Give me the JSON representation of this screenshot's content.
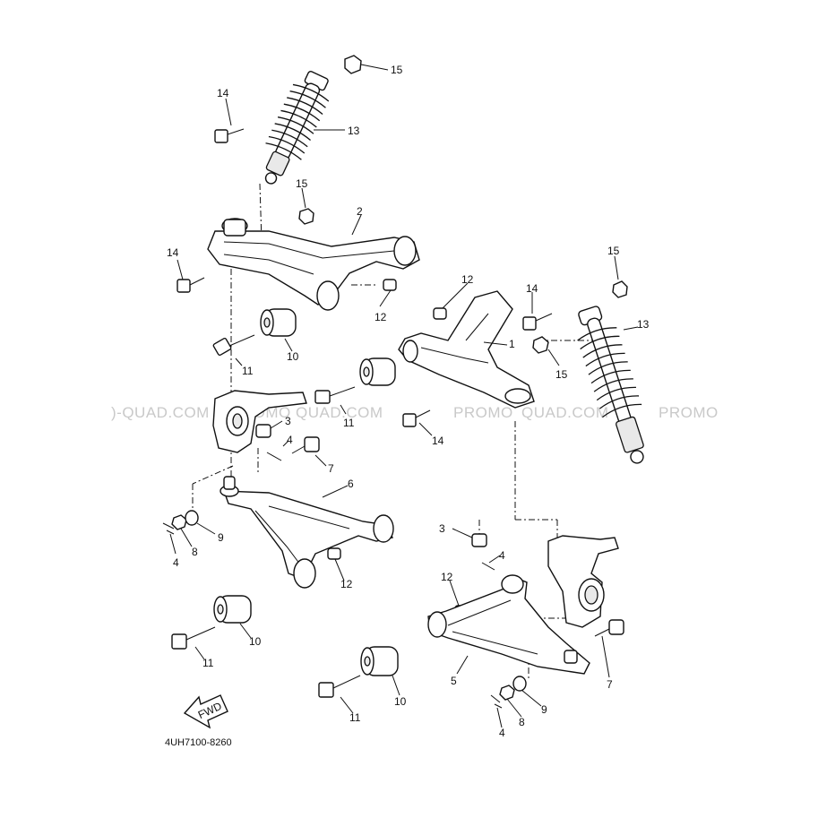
{
  "diagram": {
    "part_code": "4UH7100-8260",
    "fwd_label": "FWD",
    "watermarks": [
      ")-QUAD.COM",
      "PROMO",
      "QUAD.COM",
      "PROMO",
      "QUAD.COM",
      "PROMO"
    ],
    "callouts": [
      "15",
      "14",
      "13",
      "15",
      "2",
      "14",
      "12",
      "10",
      "11",
      "12",
      "14",
      "15",
      "13",
      "1",
      "15",
      "11",
      "14",
      "3",
      "4",
      "7",
      "6",
      "9",
      "8",
      "4",
      "12",
      "11",
      "10",
      "3",
      "4",
      "12",
      "5",
      "10",
      "7",
      "11",
      "9",
      "8",
      "4"
    ]
  }
}
